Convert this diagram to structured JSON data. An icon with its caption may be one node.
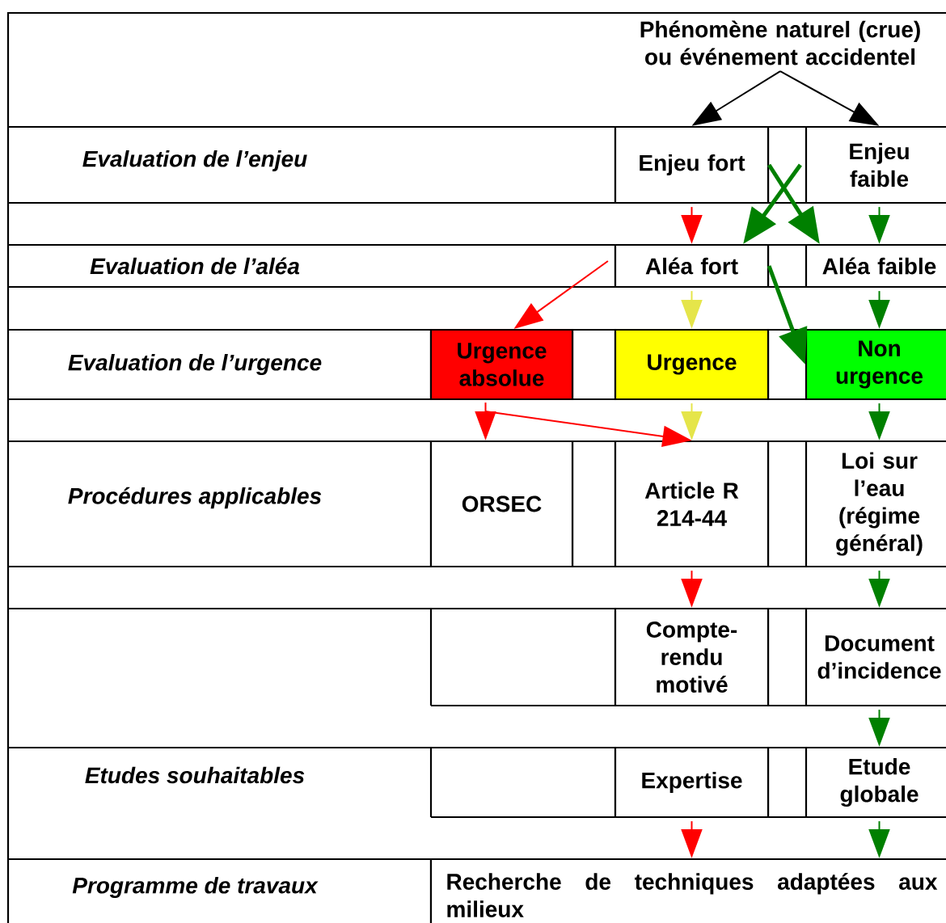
{
  "diagram": {
    "nodes": [
      {
        "text": [
          "Phénomène naturel (crue) ou événement accidentel"
        ]
      },
      {
        "text": [
          "Enjeu fort"
        ]
      },
      {
        "text": [
          "Enjeu faible"
        ]
      },
      {
        "text": [
          "Aléa fort"
        ]
      },
      {
        "text": [
          "Aléa faible"
        ]
      },
      {
        "text": [
          "Urgence absolue"
        ]
      },
      {
        "text": [
          "Urgence"
        ]
      },
      {
        "text": [
          "Non urgence"
        ]
      },
      {
        "text": [
          "ORSEC"
        ]
      },
      {
        "text": [
          "Article R 214-44"
        ]
      },
      {
        "text": [
          "Loi sur l’eau (régime général)"
        ]
      },
      {
        "text": [
          "Compte-rendu motivé"
        ]
      },
      {
        "text": [
          "Document d’incidence"
        ]
      },
      {
        "text": [
          "Expertise"
        ]
      },
      {
        "text": [
          "Etude globale"
        ]
      },
      {
        "text": [
          "Recherche de techniques adaptées aux milieux"
        ]
      }
    ],
    "edges": [
      {
        "from": 0,
        "to": 1,
        "arrow": "to",
        "color": "#000000"
      },
      {
        "from": 0,
        "to": 2,
        "arrow": "to",
        "color": "#000000"
      },
      {
        "from": 1,
        "to": 3,
        "arrow": "to",
        "color": "#ff0000"
      },
      {
        "from": 2,
        "to": 4,
        "arrow": "to"
      },
      {
        "from": 2,
        "to": 3,
        "arrow": "to",
        "style": "thick"
      },
      {
        "from": 1,
        "to": 4,
        "arrow": "to",
        "style": "thick"
      },
      {
        "from": 3,
        "to": 5,
        "arrow": "to",
        "color": "#ff0000"
      },
      {
        "from": 3,
        "to": 6,
        "arrow": "to",
        "color": "#e5e54a"
      },
      {
        "from": 3,
        "to": 7,
        "arrow": "to",
        "style": "thick"
      },
      {
        "from": 4,
        "to": 7,
        "arrow": "to"
      },
      {
        "from": 5,
        "to": 8,
        "arrow": "to",
        "color": "#ff0000"
      },
      {
        "from": 5,
        "to": 9,
        "arrow": "to",
        "color": "#ff0000"
      },
      {
        "from": 6,
        "to": 9,
        "arrow": "to",
        "color": "#e5e54a"
      },
      {
        "from": 7,
        "to": 10,
        "arrow": "to"
      },
      {
        "from": 9,
        "to": 11,
        "arrow": "to",
        "color": "#ff0000"
      },
      {
        "from": 10,
        "to": 12,
        "arrow": "to"
      },
      {
        "from": 12,
        "to": 14,
        "arrow": "to"
      },
      {
        "from": 13,
        "to": 15,
        "arrow": "to",
        "color": "#ff0000"
      },
      {
        "from": 14,
        "to": 15,
        "arrow": "to"
      }
    ],
    "labels": [
      "Evaluation de l’enjeu",
      "Evaluation de l’aléa",
      "Evaluation de l’urgence",
      "Procédures applicables",
      "Etudes souhaitables",
      "Programme de travaux"
    ]
  }
}
